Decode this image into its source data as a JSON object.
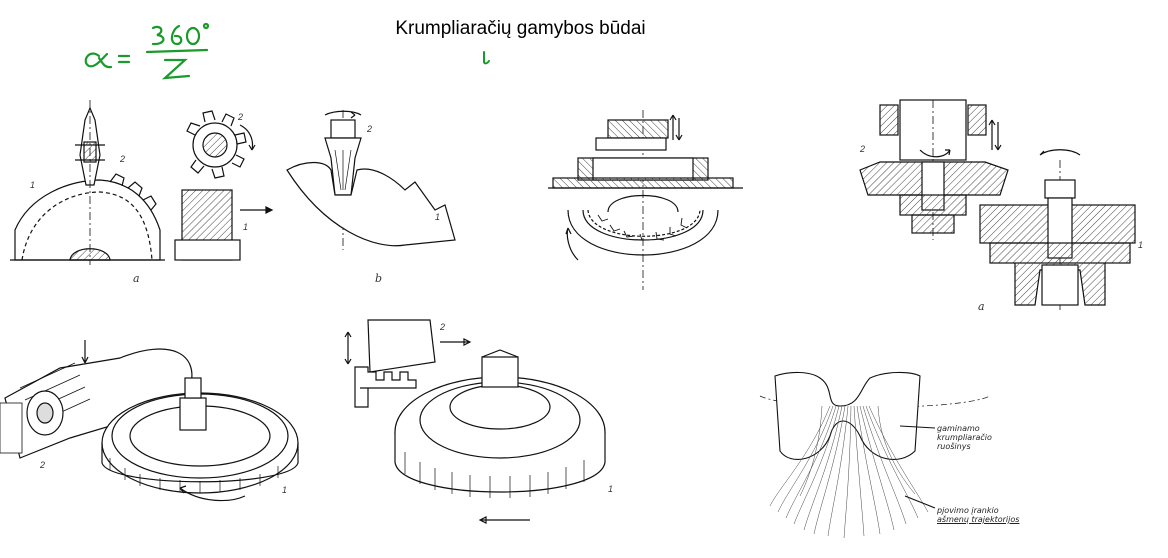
{
  "slide": {
    "title": "Krumpliaračių gamybos būdai",
    "handwritten_note": "α = 360° / Z",
    "handwritten_mark": "ι"
  },
  "figures": {
    "milling_fig_a": {
      "caption": "a",
      "labels": [
        "1",
        "2"
      ]
    },
    "milling_fig_b": {
      "caption": "b",
      "labels": [
        "1",
        "2"
      ]
    },
    "shaping_internal": {
      "labels": []
    },
    "shaping_fig_a": {
      "caption": "a",
      "labels": [
        "1",
        "2"
      ]
    },
    "hobbing_iso": {
      "labels": [
        "1",
        "2"
      ]
    },
    "rack_shaping_iso": {
      "labels": [
        "1",
        "2"
      ]
    },
    "envelope_diagram": {
      "workpiece_label_lines": [
        "gaminamo",
        "krumpliaračio",
        "ruošinys"
      ],
      "tool_label_lines": [
        "pjovimo įrankio",
        "ašmenų trajektorijos"
      ]
    }
  },
  "colors": {
    "ink": "#111111",
    "green_ink": "#1a9a2a",
    "hatch": "#555555"
  }
}
